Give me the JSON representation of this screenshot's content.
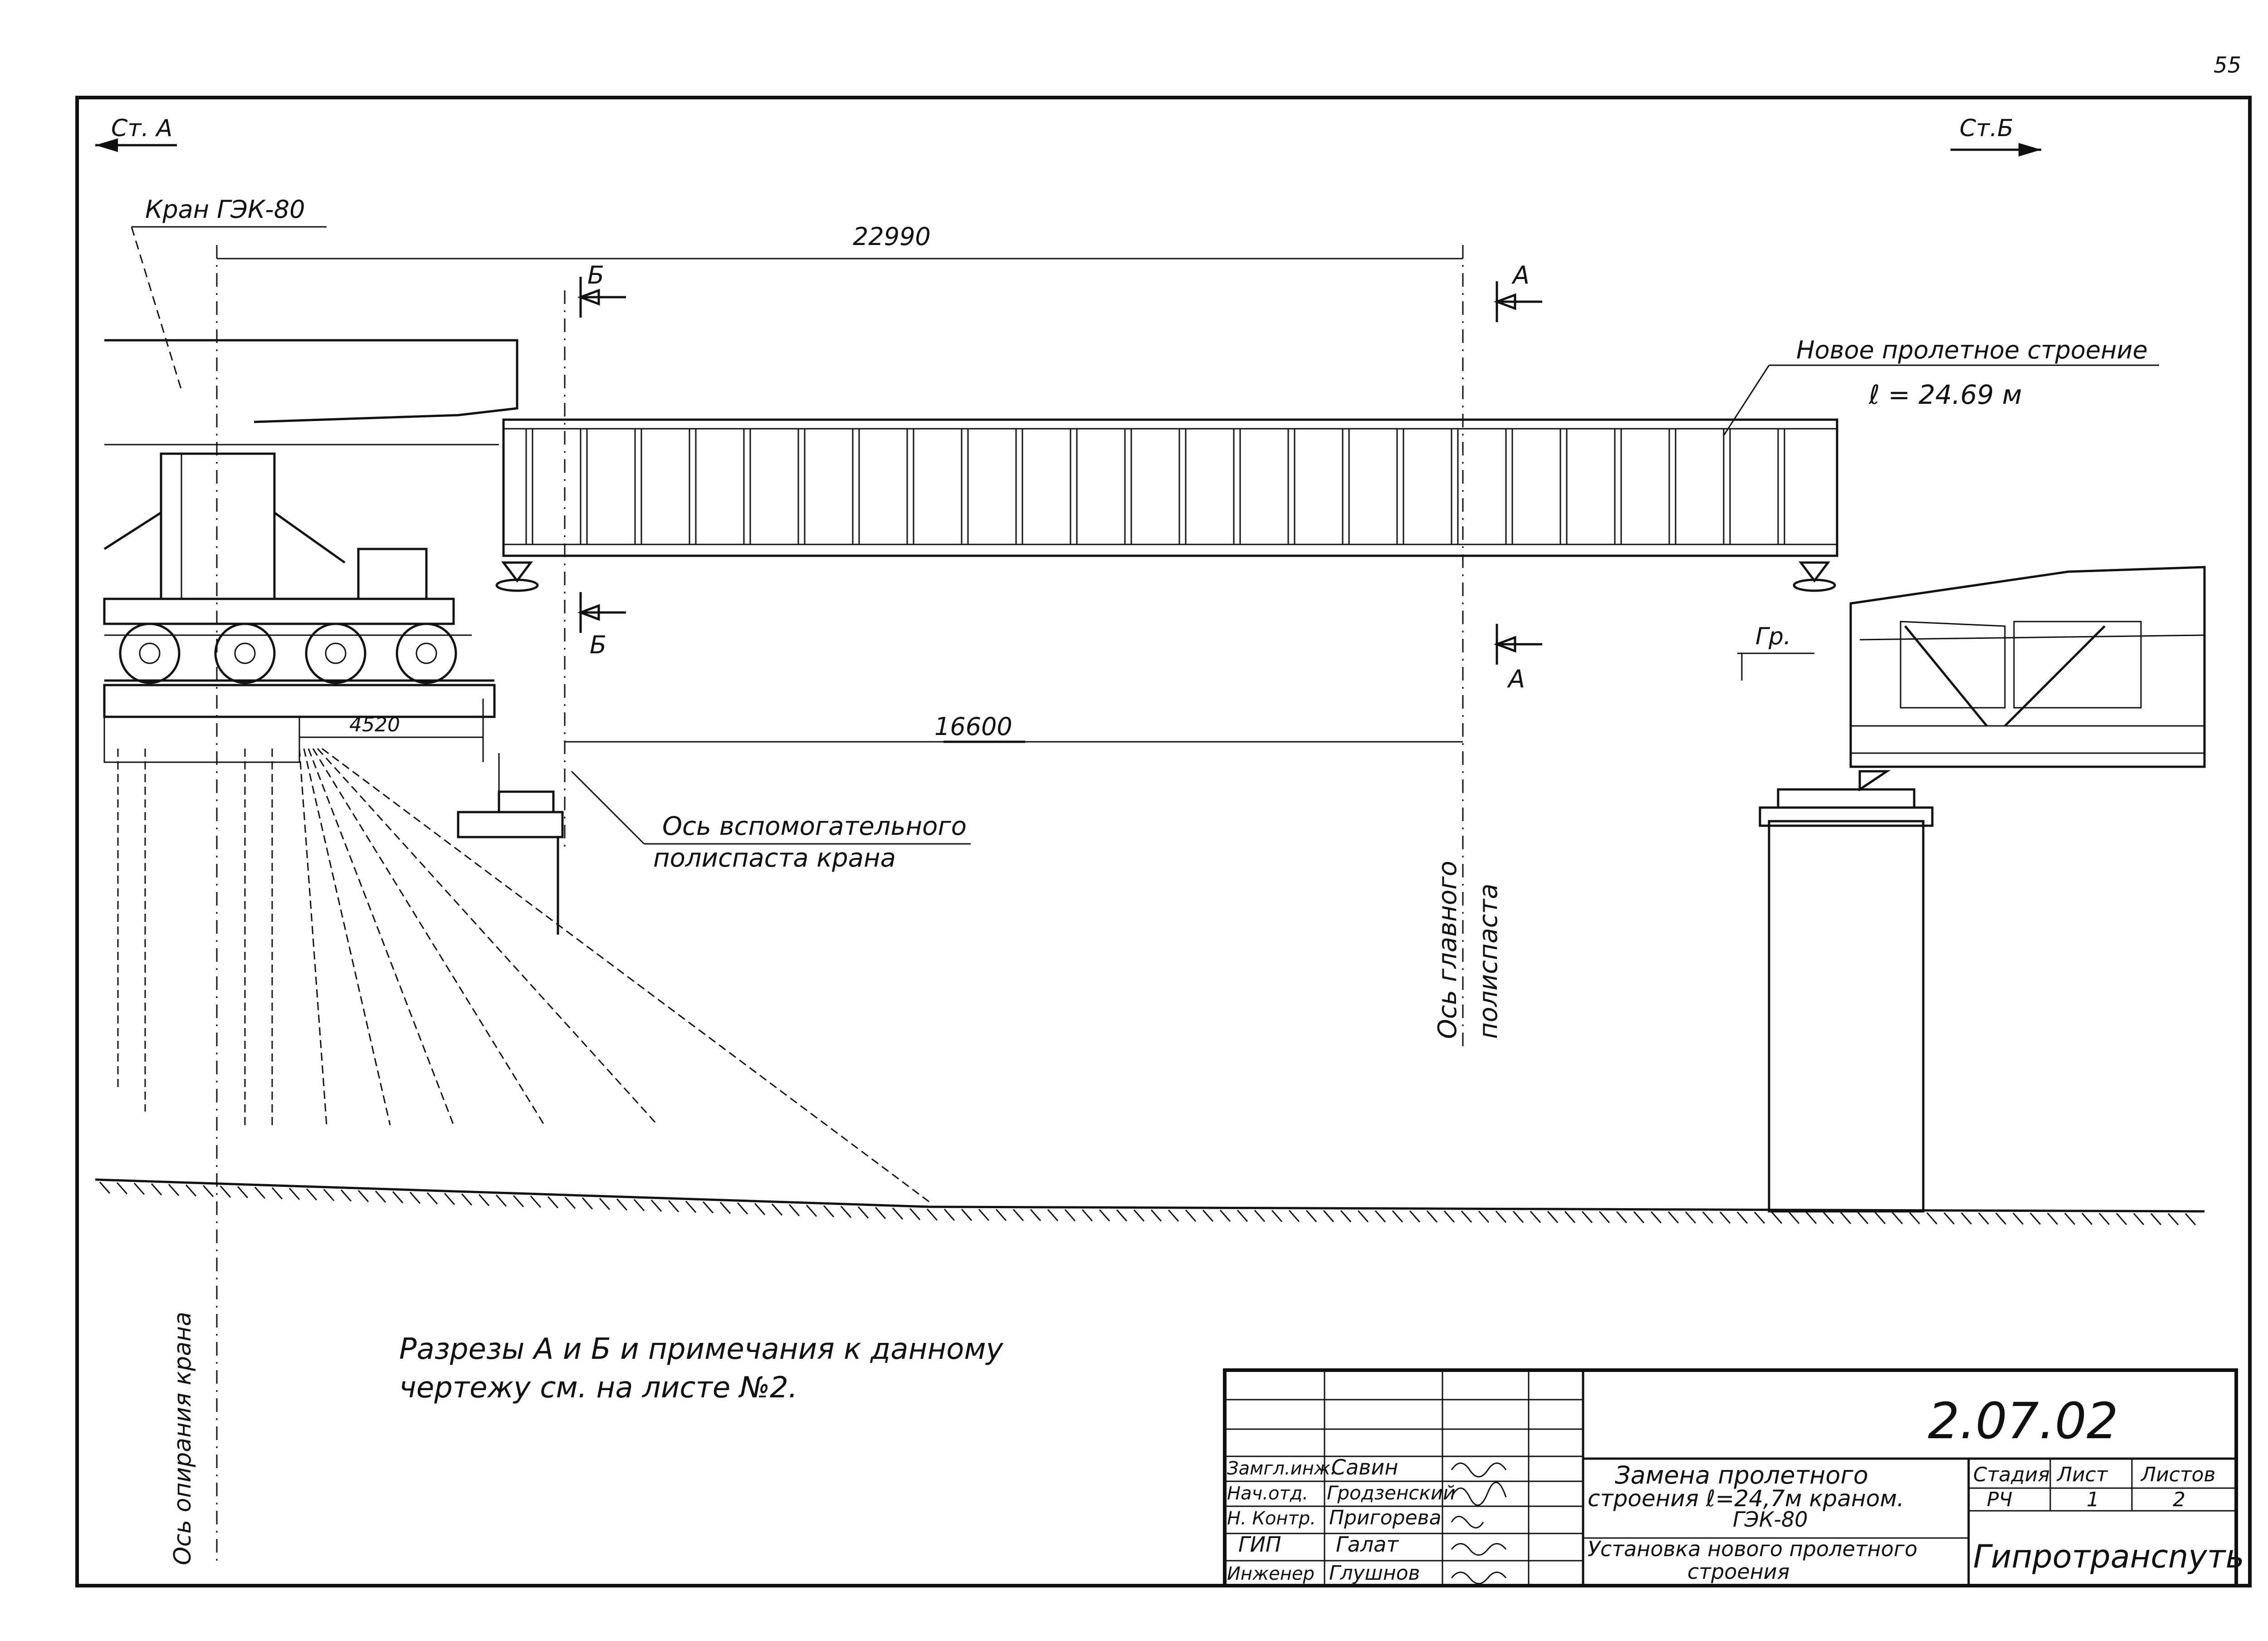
{
  "page": {
    "number": "55"
  },
  "stations": {
    "left": "Ст. А",
    "right": "Ст.Б"
  },
  "crane": {
    "label": "Кран ГЭК-80"
  },
  "dimensions": {
    "top_span": "22990",
    "bottom_span": "16600",
    "offset": "4520"
  },
  "sections": {
    "b_top": "Б",
    "b_bottom": "Б",
    "a_top": "А",
    "a_bottom": "А"
  },
  "new_span": {
    "label": "Новое пролетное строение",
    "length": "ℓ = 24.69 м"
  },
  "aux_axis": {
    "line1": "Ось вспомогательного",
    "line2": "полиспаста крана"
  },
  "main_axis": {
    "line1": "Ось главного",
    "line2": "полиспаста"
  },
  "support_axis": {
    "label": "Ось опирания крана"
  },
  "gr_label": "Гр.",
  "note": {
    "line1": "Разрезы  А и Б  и примечания  к данному",
    "line2": "чертежу  см. на листе №2."
  },
  "title_block": {
    "code": "2.07.02",
    "title_line1": "Замена пролетного",
    "title_line2": "строения ℓ=24,7м краном.",
    "title_line3": "ГЭК-80",
    "sheet_title_line1": "Установка нового пролетного",
    "sheet_title_line2": "строения",
    "stage_header": "Стадия",
    "sheet_header": "Лист",
    "sheets_header": "Листов",
    "stage": "РЧ",
    "sheet": "1",
    "sheets": "2",
    "org": "Гипротрансnуть",
    "staff": [
      {
        "role": "Замгл.инж.",
        "name": "Савин"
      },
      {
        "role": "Нач.отд.",
        "name": "Гродзенский"
      },
      {
        "role": "Н. Контр.",
        "name": "Пригорева"
      },
      {
        "role": "ГИП",
        "name": "Галат"
      },
      {
        "role": "Инженер",
        "name": "Глушнов"
      }
    ]
  }
}
